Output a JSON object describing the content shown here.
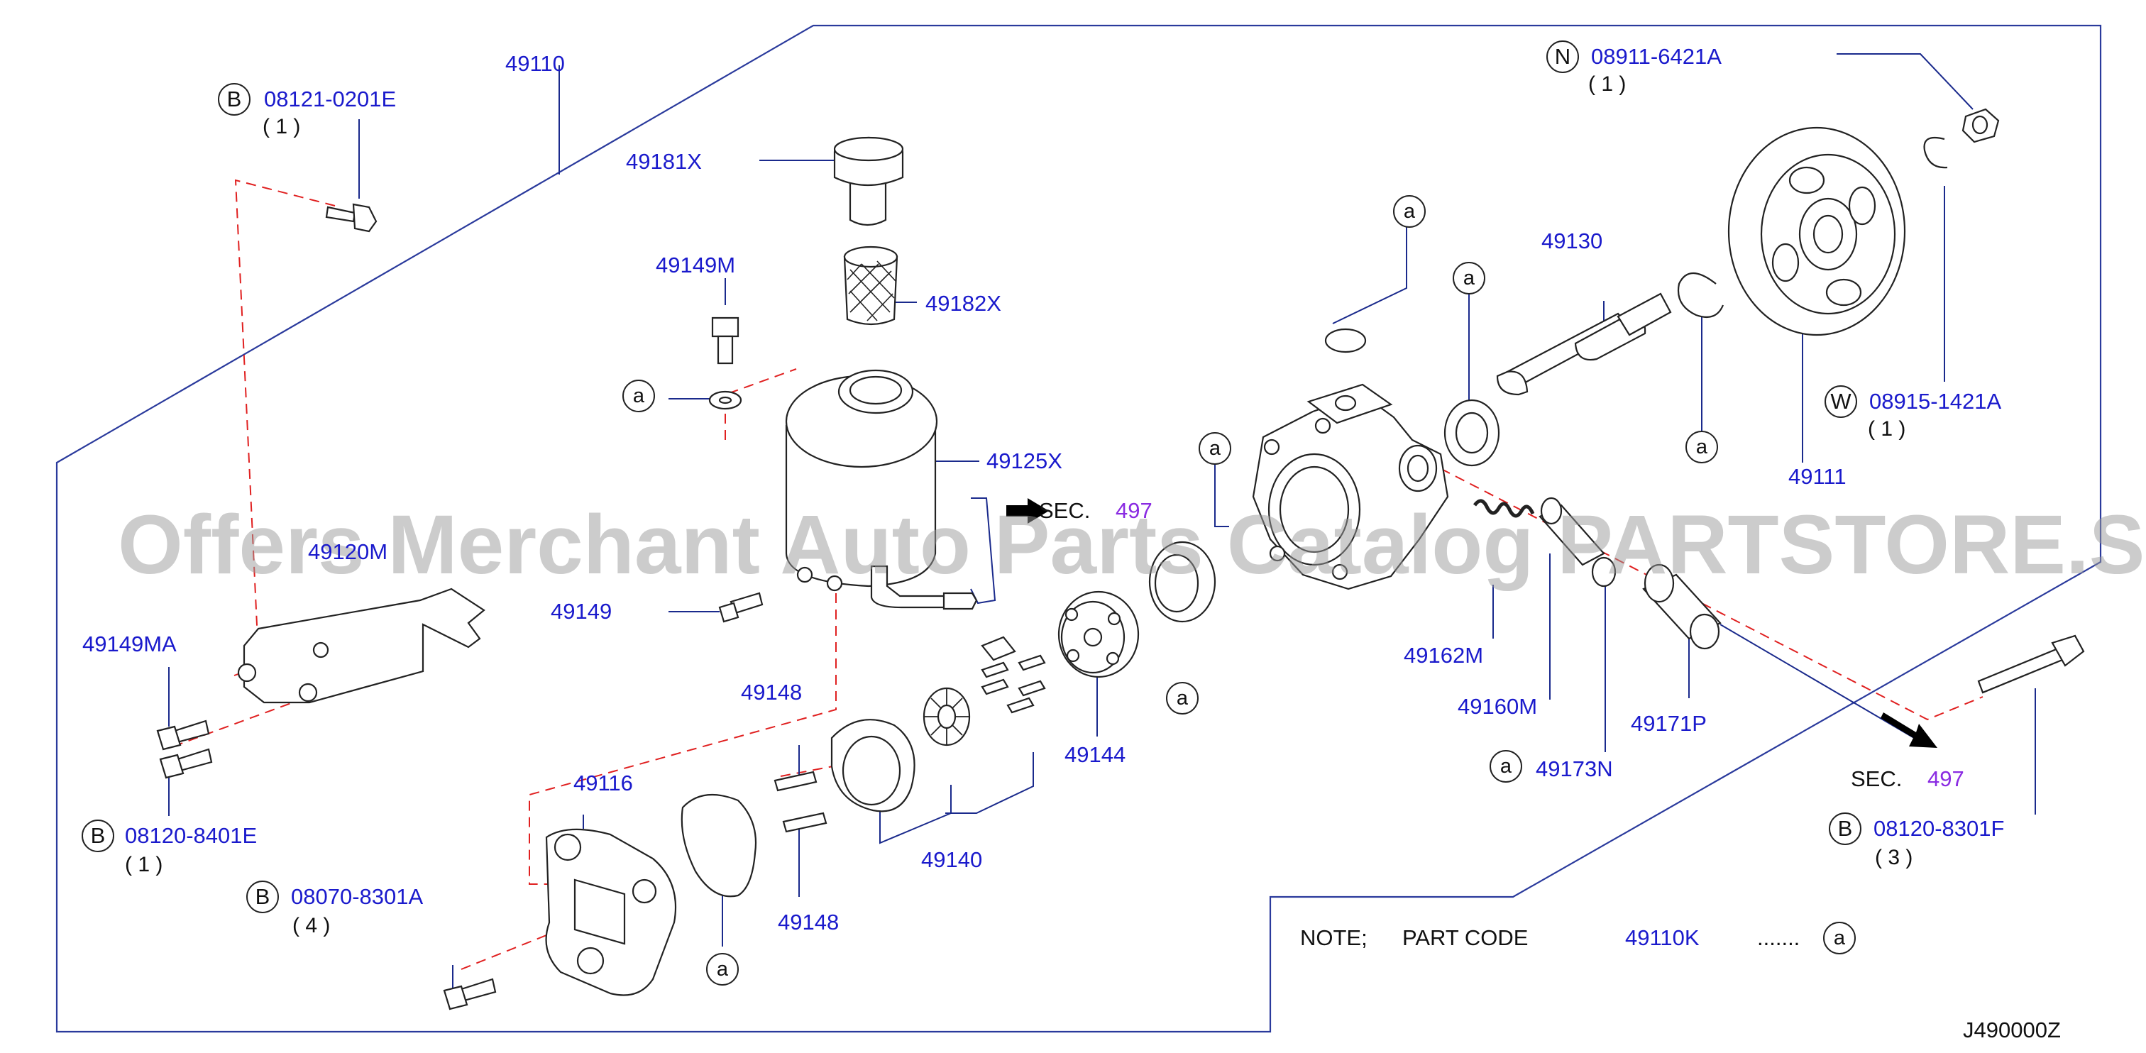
{
  "labels": {
    "pump_assy": "49110",
    "reservoir_cap": "49181X",
    "strainer": "49182X",
    "reservoir": "49125X",
    "reservoir_bolt": "49149M",
    "bolt_49149": "49149",
    "bracket": "49120M",
    "bracket_bolt": "49149MA",
    "pulley_shaft": "49130",
    "pulley": "49111",
    "rear_cover": "49116",
    "pin_upper": "49148",
    "pin_lower": "49148",
    "cartridge_kit": "49140",
    "side_plate": "49144",
    "spring": "49162M",
    "valve": "49160M",
    "oring": "49173N",
    "connector": "49171P",
    "sec_label": "SEC.",
    "sec_number": "497",
    "code_ref": "J490000Z"
  },
  "fasteners": {
    "bolt_top": {
      "prefix": "B",
      "code": "08121-0201E",
      "qty": "( 1 )"
    },
    "bolt_bracket": {
      "prefix": "B",
      "code": "08120-8401E",
      "qty": "( 1 )"
    },
    "bolt_cover": {
      "prefix": "B",
      "code": "08070-8301A",
      "qty": "( 4 )"
    },
    "nut_pulley": {
      "prefix": "N",
      "code": "08911-6421A",
      "qty": "( 1 )"
    },
    "washer_pulley": {
      "prefix": "W",
      "code": "08915-1421A",
      "qty": "( 1 )"
    },
    "bolt_long": {
      "prefix": "B",
      "code": "08120-8301F",
      "qty": "( 3 )"
    }
  },
  "note": {
    "prefix": "NOTE;",
    "part_code_label": "PART   CODE",
    "part_code": "49110K",
    "dots": ".......",
    "marker": "a"
  },
  "marker": "a",
  "watermark": "Offers Merchant Auto Parts Catalog PARTSTORE.SA",
  "colors": {
    "label": "#1a1acc",
    "sec_number": "#8a2be2",
    "dash": "#e02020",
    "frame": "#2a3a9c"
  }
}
